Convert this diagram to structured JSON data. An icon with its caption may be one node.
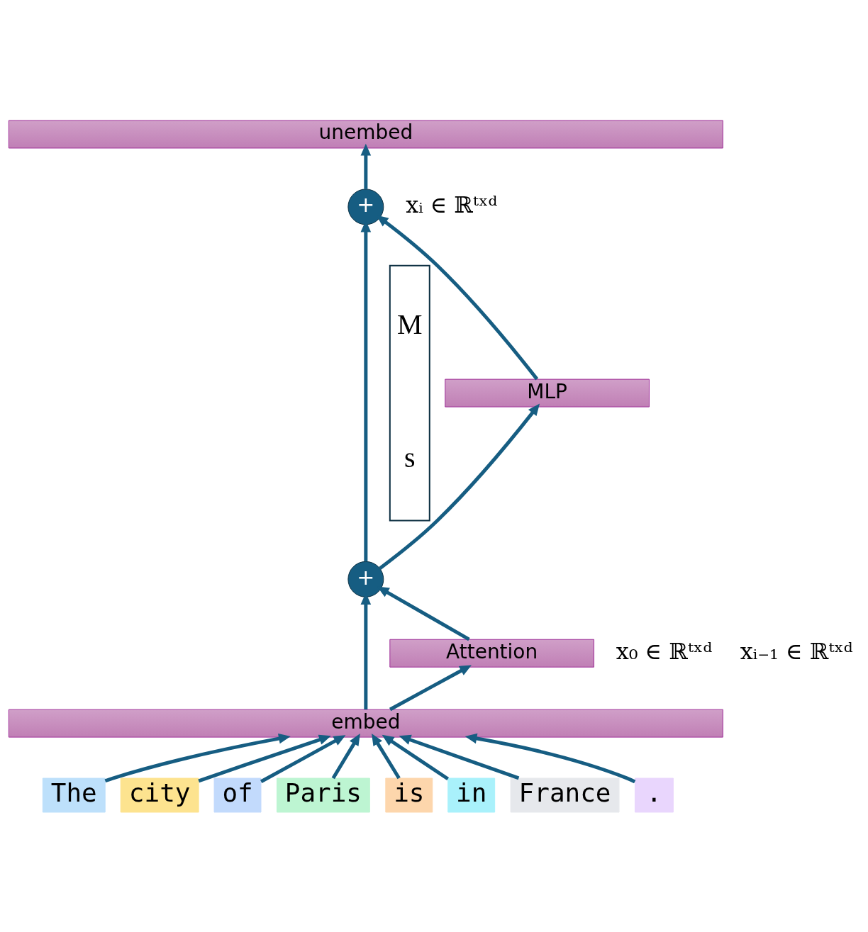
{
  "diagram": {
    "nodes": [
      {
        "text": [
          "unembed"
        ]
      },
      {
        "text": [
          "+"
        ]
      },
      {
        "text": [
          "MLP"
        ]
      },
      {
        "text": [
          "+"
        ]
      },
      {
        "text": [
          "Attention"
        ]
      },
      {
        "text": [
          "embed"
        ]
      },
      {
        "text": [
          "The"
        ]
      },
      {
        "text": [
          "city"
        ]
      },
      {
        "text": [
          "of"
        ]
      },
      {
        "text": [
          "Paris"
        ]
      },
      {
        "text": [
          "is"
        ]
      },
      {
        "text": [
          "in"
        ]
      },
      {
        "text": [
          "France"
        ]
      },
      {
        "text": [
          "."
        ]
      },
      {
        "text": [
          "M",
          "s"
        ]
      }
    ],
    "edges": [
      {
        "from": 6,
        "to": 5,
        "arrow": "to"
      },
      {
        "from": 7,
        "to": 5,
        "arrow": "to"
      },
      {
        "from": 8,
        "to": 5,
        "arrow": "to"
      },
      {
        "from": 9,
        "to": 5,
        "arrow": "to"
      },
      {
        "from": 10,
        "to": 5,
        "arrow": "to"
      },
      {
        "from": 11,
        "to": 5,
        "arrow": "to"
      },
      {
        "from": 12,
        "to": 5,
        "arrow": "to"
      },
      {
        "from": 13,
        "to": 5,
        "arrow": "to"
      },
      {
        "from": 5,
        "to": 3,
        "arrow": "to"
      },
      {
        "from": 5,
        "to": 4,
        "arrow": "to"
      },
      {
        "from": 4,
        "to": 3,
        "arrow": "to"
      },
      {
        "from": 3,
        "to": 1,
        "arrow": "to"
      },
      {
        "from": 3,
        "to": 2,
        "arrow": "to"
      },
      {
        "from": 2,
        "to": 1,
        "arrow": "to"
      },
      {
        "from": 1,
        "to": 0,
        "arrow": "to"
      }
    ],
    "labels": [
      "xᵢ ∈ ℝᵗˣᵈ",
      "xᵢ₋₁ ∈ ℝᵗˣᵈ",
      "x₀ ∈ ℝᵗˣᵈ"
    ]
  }
}
